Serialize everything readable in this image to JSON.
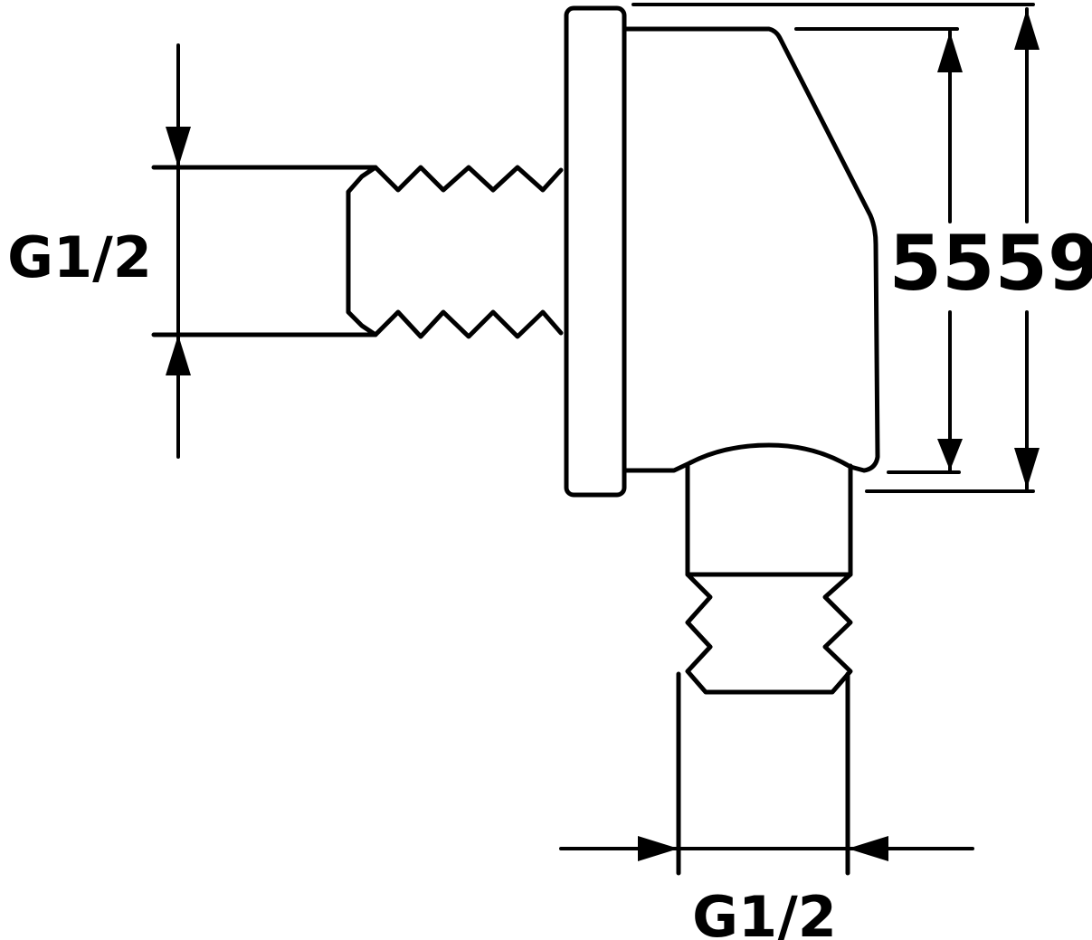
{
  "drawing": {
    "colors": {
      "line": "#000000",
      "background": "#ffffff"
    },
    "dimensions": {
      "left_thread": "G1/2",
      "bottom_thread": "G1/2",
      "inner_height": "55",
      "outer_height": "59"
    }
  }
}
